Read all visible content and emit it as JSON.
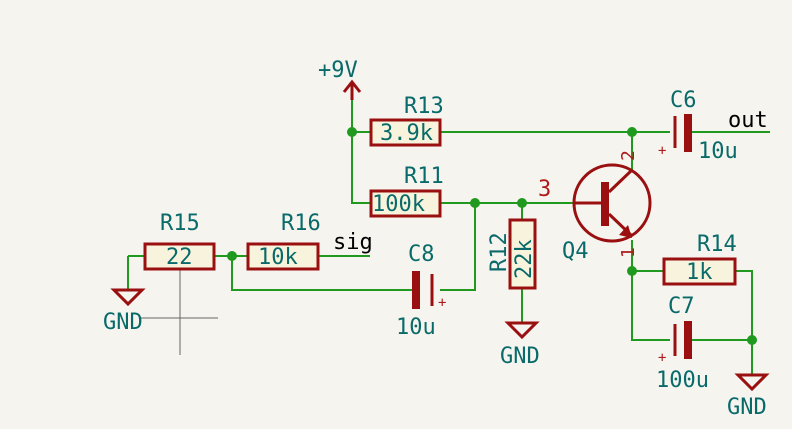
{
  "schematic": {
    "power": {
      "vcc_label": "+9V",
      "gnd_label": "GND"
    },
    "resistors": {
      "r13": {
        "ref": "R13",
        "value": "3.9k"
      },
      "r11": {
        "ref": "R11",
        "value": "100k"
      },
      "r15": {
        "ref": "R15",
        "value": "22"
      },
      "r16": {
        "ref": "R16",
        "value": "10k"
      },
      "r12": {
        "ref": "R12",
        "value": "22k"
      },
      "r14": {
        "ref": "R14",
        "value": "1k"
      }
    },
    "capacitors": {
      "c6": {
        "ref": "C6",
        "value": "10u",
        "plus": "+"
      },
      "c8": {
        "ref": "C8",
        "value": "10u",
        "plus": "+"
      },
      "c7": {
        "ref": "C7",
        "value": "100u",
        "plus": "+"
      }
    },
    "transistor": {
      "ref": "Q4",
      "pin_base": "3",
      "pin_collector": "2",
      "pin_emitter": "1"
    },
    "nets": {
      "out": "out",
      "sig": "sig"
    },
    "colors": {
      "wire": "#1f9a1f",
      "component": "#9a1010",
      "label": "#0a6a6a",
      "pin_number": "#b01a1a",
      "background": "#f5f4ef"
    }
  }
}
